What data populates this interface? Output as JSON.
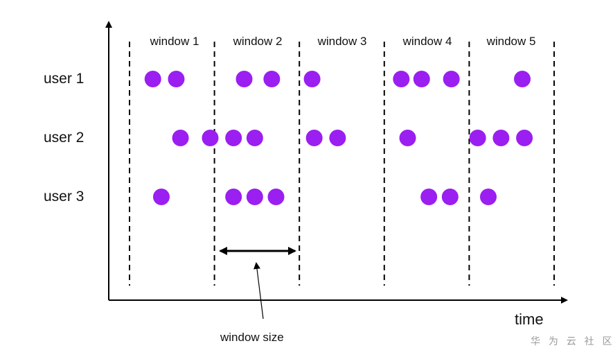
{
  "windows": [
    "window 1",
    "window 2",
    "window 3",
    "window 4",
    "window 5"
  ],
  "users": [
    "user 1",
    "user 2",
    "user 3"
  ],
  "axis": {
    "x_label": "time"
  },
  "annotation": {
    "label": "window size"
  },
  "watermark": "华 为 云 社 区",
  "colors": {
    "event": "#9a1ff0",
    "line": "#000000"
  },
  "events": [
    {
      "user": 0,
      "t": [
        0.55,
        1.1,
        2.7,
        3.35,
        4.3,
        6.4,
        6.88,
        7.58,
        9.25
      ]
    },
    {
      "user": 1,
      "t": [
        1.2,
        1.9,
        2.45,
        2.95,
        4.35,
        4.9,
        6.55,
        8.2,
        8.75,
        9.3
      ]
    },
    {
      "user": 2,
      "t": [
        0.75,
        2.45,
        2.95,
        3.45,
        7.05,
        7.55,
        8.45
      ]
    }
  ],
  "window_boundaries": [
    0,
    2,
    4,
    6,
    8,
    10
  ]
}
